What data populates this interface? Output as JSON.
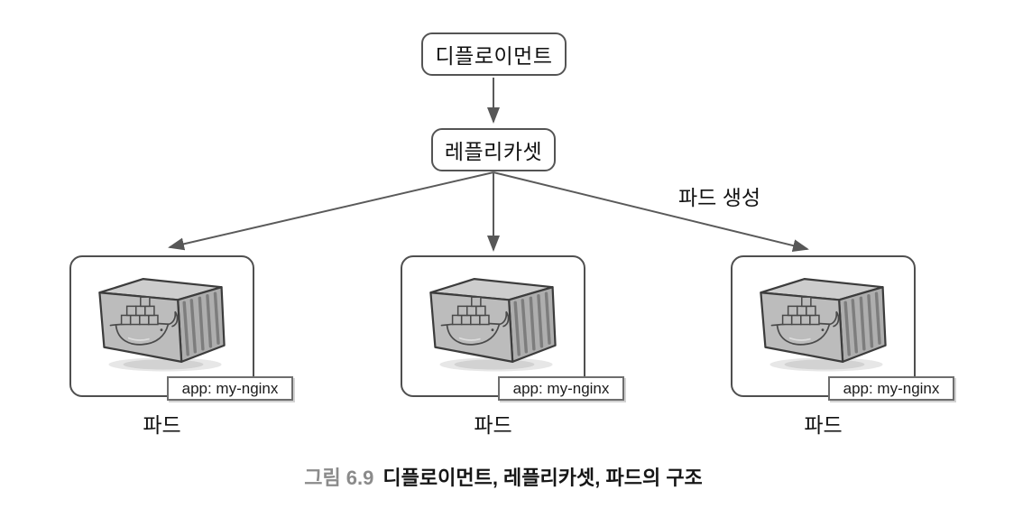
{
  "diagram": {
    "deployment_label": "디플로이먼트",
    "replicaset_label": "레플리카셋",
    "pod_creation_label": "파드 생성",
    "pods": [
      {
        "app_label": "app: my-nginx",
        "name": "파드",
        "icon": "docker-container-icon"
      },
      {
        "app_label": "app: my-nginx",
        "name": "파드",
        "icon": "docker-container-icon"
      },
      {
        "app_label": "app: my-nginx",
        "name": "파드",
        "icon": "docker-container-icon"
      }
    ]
  },
  "caption": {
    "figure_no": "그림 6.9",
    "title": "디플로이먼트, 레플리카셋, 파드의 구조"
  },
  "colors": {
    "background": "#ffffff",
    "box_border": "#4f4f4f",
    "arrow": "#5a5a5a",
    "caption_figure_no": "#8b8b8b",
    "text": "#111111"
  }
}
